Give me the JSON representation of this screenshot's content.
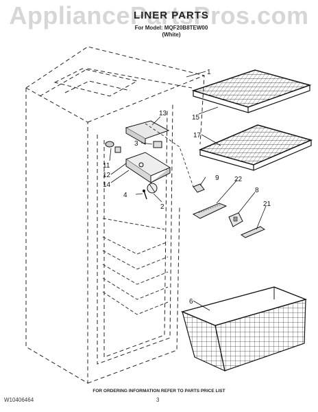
{
  "watermark": "AppliancePartsPros.com",
  "title": "LINER PARTS",
  "subtitle": "For Model: MQF20B8TEW00",
  "subtitle_color": "(White)",
  "footer_note": "FOR ORDERING INFORMATION REFER TO PARTS PRICE LIST",
  "document_number": "W10406464",
  "page_number": "3",
  "callouts": {
    "c1": "1",
    "c15": "15",
    "c17": "17",
    "c13": "13",
    "c3": "3",
    "c11": "11",
    "c12": "12",
    "c14": "14",
    "c9": "9",
    "c22": "22",
    "c8": "8",
    "c4": "4",
    "c2": "2",
    "c21": "21",
    "c6": "6"
  }
}
